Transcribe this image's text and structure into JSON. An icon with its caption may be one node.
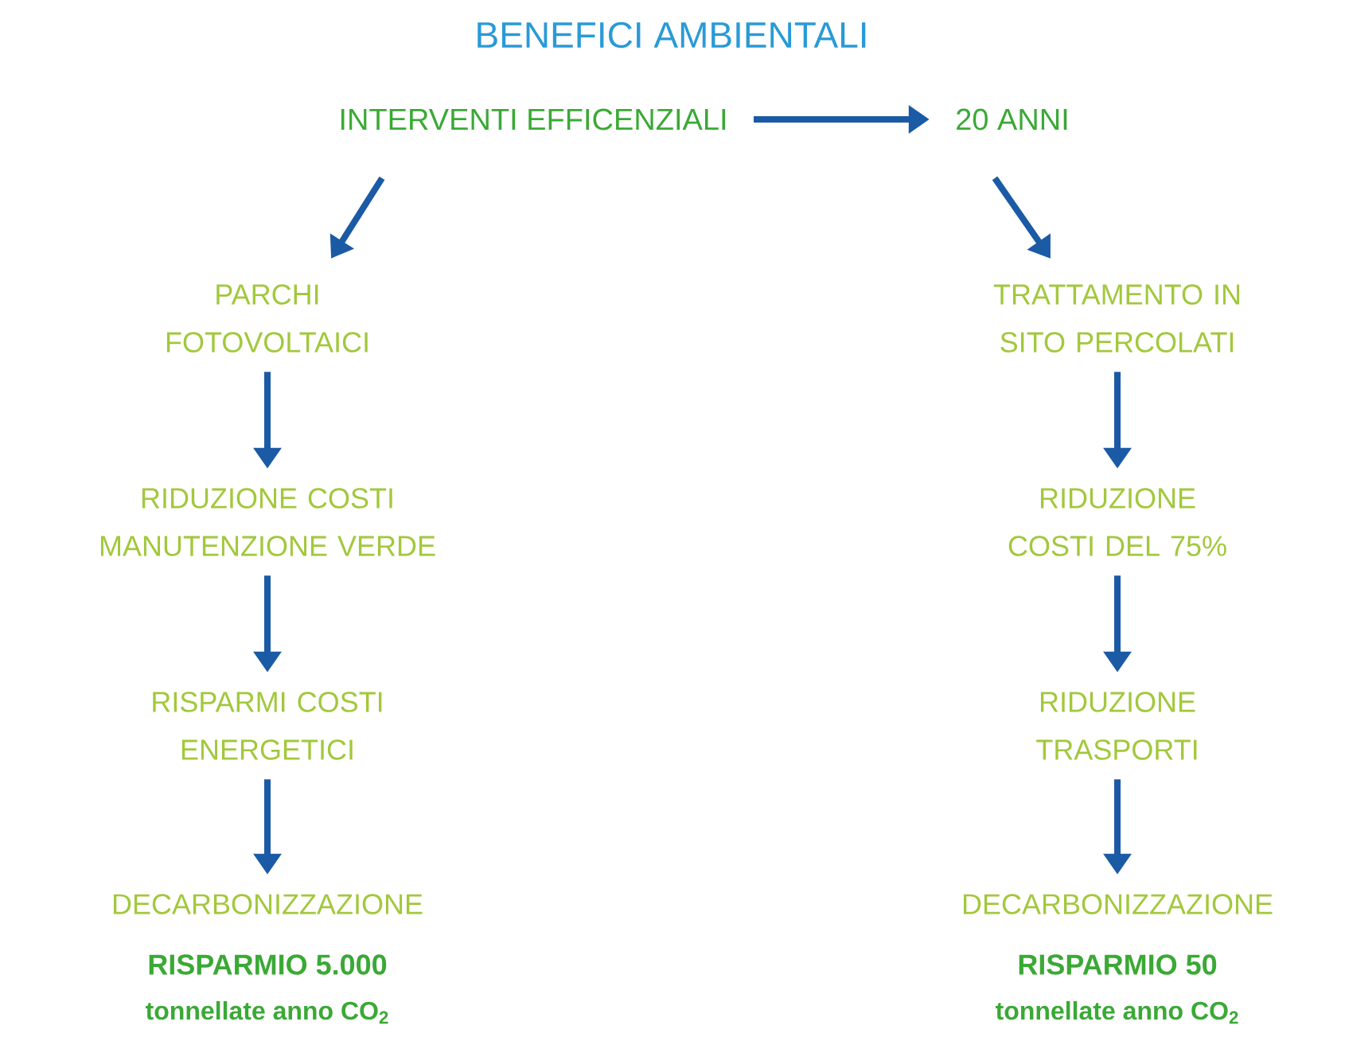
{
  "diagram": {
    "title": "BENEFICI AMBIENTALI",
    "nodes": [
      {
        "text": [
          "INTERVENTI EFFICENZIALI"
        ]
      },
      {
        "text": [
          "20 ANNI"
        ]
      },
      {
        "text": [
          "PARCHI FOTOVOLTAICI"
        ]
      },
      {
        "text": [
          "RIDUZIONE COSTI MANUTENZIONE VERDE"
        ]
      },
      {
        "text": [
          "RISPARMI COSTI ENERGETICI"
        ]
      },
      {
        "text": [
          "DECARBONIZZAZIONE"
        ],
        "beside": [
          "RISPARMIO 5.000",
          "tonnellate anno CO$_{2}$"
        ]
      },
      {
        "text": [
          "TRATTAMENTO IN SITO PERCOLATI"
        ]
      },
      {
        "text": [
          "RIDUZIONE COSTI DEL 75%"
        ]
      },
      {
        "text": [
          "RIDUZIONE TRASPORTI"
        ]
      },
      {
        "text": [
          "DECARBONIZZAZIONE"
        ],
        "beside": [
          "RISPARMIO 50",
          "tonnellate anno CO$_{2}$"
        ]
      }
    ],
    "edges": [
      {
        "from": 0,
        "to": 1,
        "arrow": "to"
      },
      {
        "from": 0,
        "to": 2,
        "arrow": "to"
      },
      {
        "from": 1,
        "to": 6,
        "arrow": "to"
      },
      {
        "from": 2,
        "to": 3,
        "arrow": "to"
      },
      {
        "from": 3,
        "to": 4,
        "arrow": "to"
      },
      {
        "from": 4,
        "to": 5,
        "arrow": "to"
      },
      {
        "from": 6,
        "to": 7,
        "arrow": "to"
      },
      {
        "from": 7,
        "to": 8,
        "arrow": "to"
      },
      {
        "from": 8,
        "to": 9,
        "arrow": "to"
      }
    ]
  }
}
